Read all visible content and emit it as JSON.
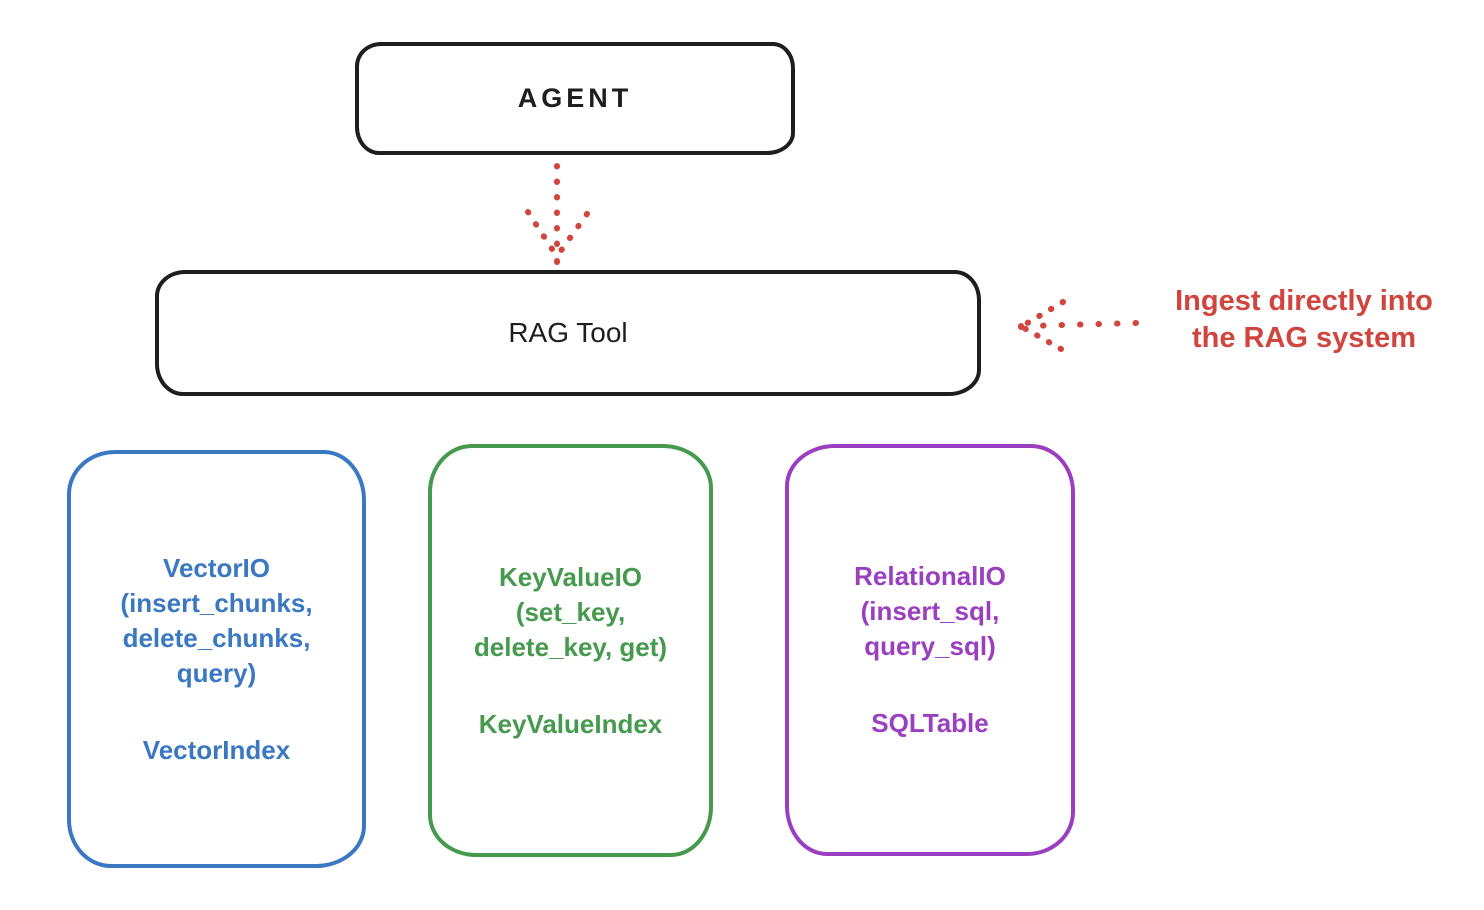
{
  "diagram": {
    "agent": {
      "label": "AGENT"
    },
    "rag_tool": {
      "label": "RAG Tool"
    },
    "agent_to_rag_arrow": {
      "icon": "dotted-arrow-down",
      "color": "#d0453e",
      "style": "dotted"
    },
    "annotation": {
      "lines": [
        "Ingest directly into",
        "the RAG system"
      ],
      "arrow_icon": "dotted-arrow-left",
      "color": "#d0453e"
    },
    "storage": [
      {
        "id": "vector-io",
        "color": "#3b78c2",
        "lines": [
          "VectorIO",
          "(insert_chunks,",
          "delete_chunks,",
          "query)"
        ],
        "index_label": "VectorIndex"
      },
      {
        "id": "keyvalue-io",
        "color": "#459a4e",
        "lines": [
          "KeyValueIO",
          "(set_key,",
          "delete_key, get)"
        ],
        "index_label": "KeyValueIndex"
      },
      {
        "id": "relational-io",
        "color": "#9a3fc0",
        "lines": [
          "RelationalIO",
          "(insert_sql,",
          "query_sql)"
        ],
        "index_label": "SQLTable"
      }
    ],
    "colors": {
      "stroke": "#1e1e1e",
      "red": "#d0453e",
      "background": "#ffffff"
    }
  }
}
